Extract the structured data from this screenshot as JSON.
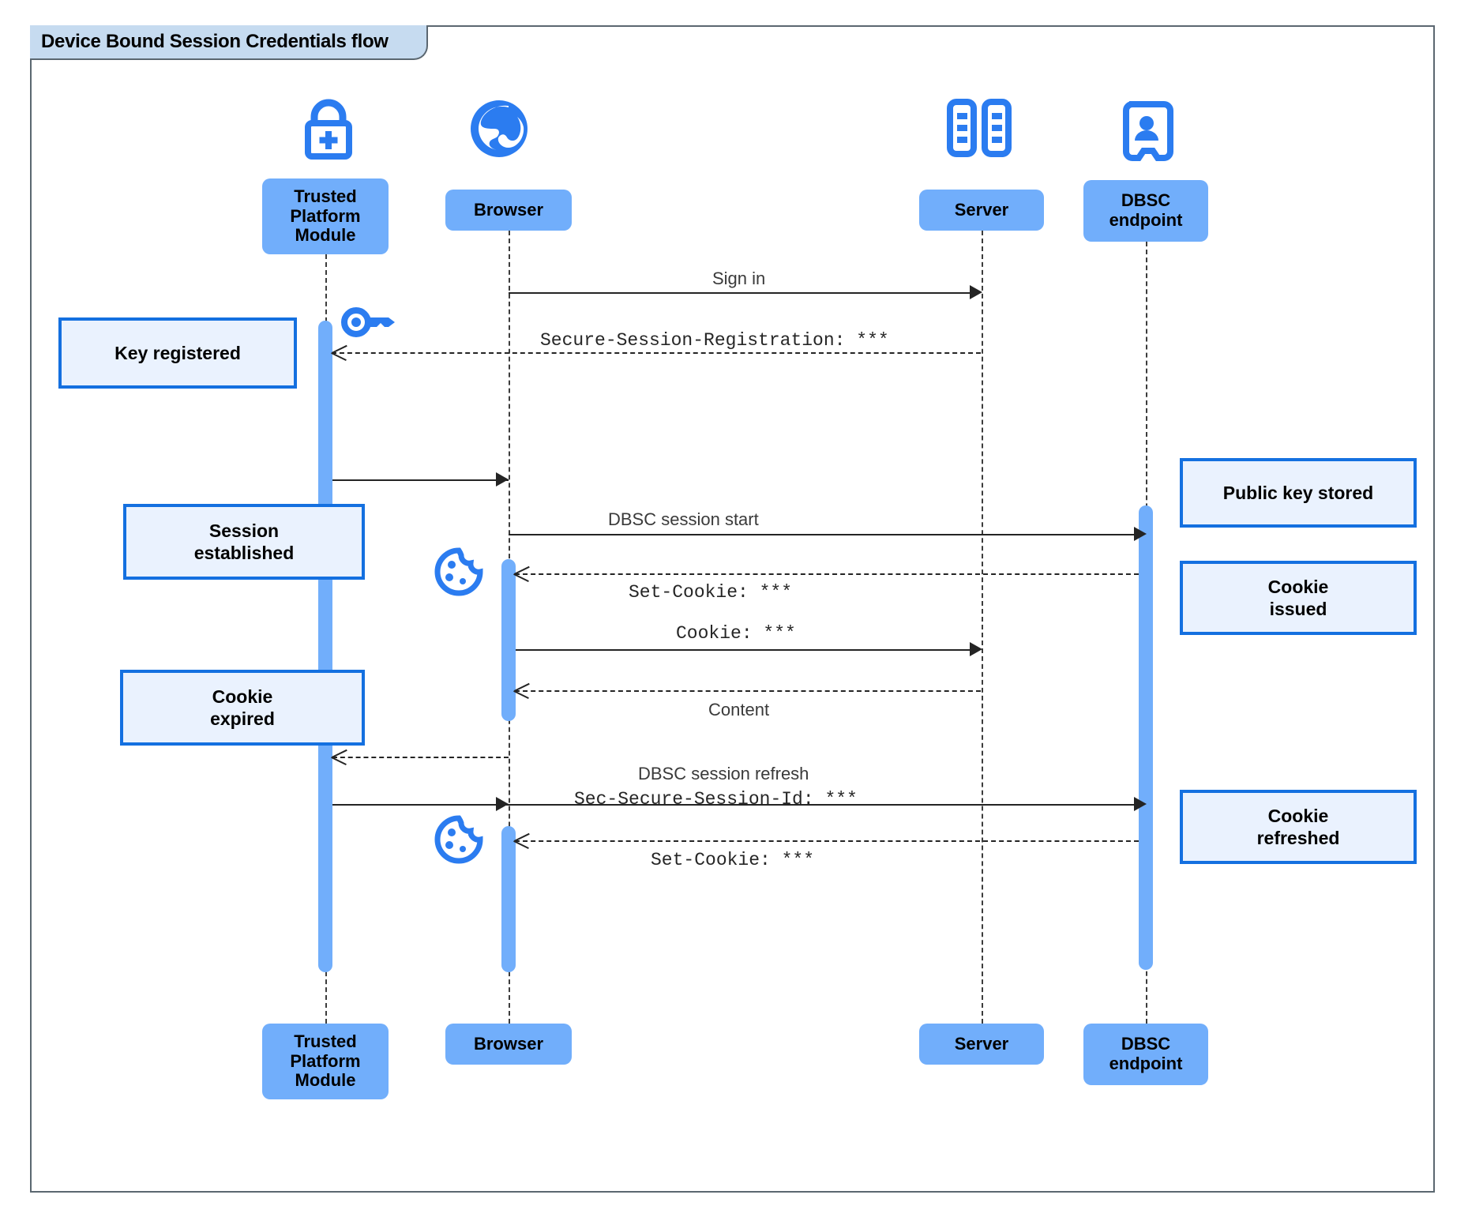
{
  "diagram": {
    "type": "uml-sequence",
    "title": "Device Bound Session Credentials flow",
    "colors": {
      "participant_fill": "#71aefb",
      "note_fill": "#eaf2fe",
      "note_border": "#1470e0",
      "icon_blue": "#2b7cf0",
      "frame_border": "#5b6770",
      "title_fill": "#c6dbf0",
      "line": "#242424"
    }
  },
  "participants": [
    {
      "id": "tpm",
      "label": "Trusted\nPlatform\nModule",
      "icon": "padlock-plus-icon"
    },
    {
      "id": "browser",
      "label": "Browser",
      "icon": "globe-icon"
    },
    {
      "id": "server",
      "label": "Server",
      "icon": "server-rack-icon"
    },
    {
      "id": "dbsc",
      "label": "DBSC\nendpoint",
      "icon": "id-badge-icon"
    }
  ],
  "messages": [
    {
      "n": 1,
      "from": "browser",
      "to": "server",
      "label": "Sign in",
      "style": "solid",
      "font": "sans"
    },
    {
      "n": 2,
      "from": "server",
      "to": "tpm",
      "label": "Secure-Session-Registration: ***",
      "style": "dashed",
      "font": "mono"
    },
    {
      "n": 3,
      "from": "tpm",
      "to": "browser",
      "label": "",
      "style": "solid",
      "font": "sans"
    },
    {
      "n": 4,
      "from": "browser",
      "to": "dbsc",
      "label": "DBSC session start",
      "style": "solid",
      "font": "sans"
    },
    {
      "n": 5,
      "from": "dbsc",
      "to": "browser",
      "label": "Set-Cookie: ***",
      "style": "dashed",
      "font": "mono"
    },
    {
      "n": 6,
      "from": "browser",
      "to": "server",
      "label": "Cookie: ***",
      "style": "solid",
      "font": "mono"
    },
    {
      "n": 7,
      "from": "server",
      "to": "browser",
      "label": "Content",
      "style": "dashed",
      "font": "sans"
    },
    {
      "n": 8,
      "from": "browser",
      "to": "tpm",
      "label": "",
      "style": "dashed",
      "font": "sans"
    },
    {
      "n": 9,
      "from": "tpm",
      "to": "dbsc",
      "label": "DBSC session refresh",
      "style": "solid",
      "font": "sans"
    },
    {
      "n": 10,
      "from": "tpm",
      "to": "dbsc",
      "label": "Sec-Secure-Session-Id: ***",
      "style": "solid",
      "font": "mono"
    },
    {
      "n": 11,
      "from": "dbsc",
      "to": "browser",
      "label": "Set-Cookie: ***",
      "style": "dashed",
      "font": "mono"
    }
  ],
  "notes": [
    {
      "id": "n1",
      "side": "left",
      "text": "Key registered"
    },
    {
      "id": "n2",
      "side": "left",
      "text": "Session\nestablished"
    },
    {
      "id": "n3",
      "side": "left",
      "text": "Cookie\nexpired"
    },
    {
      "id": "n4",
      "side": "right",
      "text": "Public key stored"
    },
    {
      "id": "n5",
      "side": "right",
      "text": "Cookie\nissued"
    },
    {
      "id": "n6",
      "side": "right",
      "text": "Cookie\nrefreshed"
    }
  ],
  "inline_icons": [
    {
      "id": "key",
      "name": "key-icon",
      "near": "tpm"
    },
    {
      "id": "cookie1",
      "name": "cookie-icon",
      "near": "browser"
    },
    {
      "id": "cookie2",
      "name": "cookie-icon",
      "near": "browser"
    }
  ]
}
